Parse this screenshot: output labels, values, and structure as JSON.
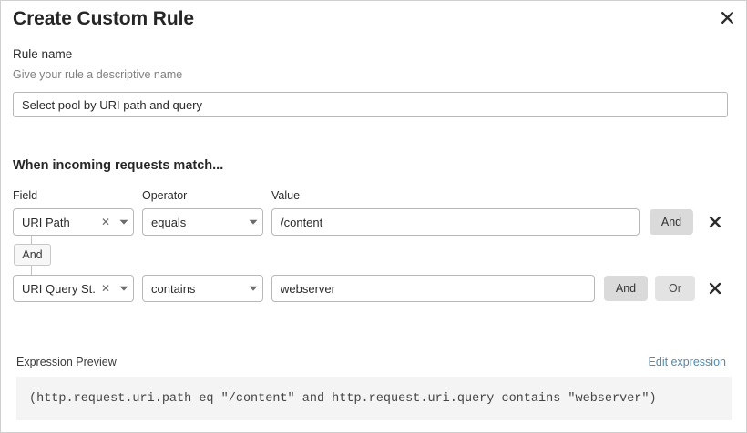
{
  "dialog": {
    "title": "Create Custom Rule",
    "close_icon": "close-icon"
  },
  "rule_name": {
    "label": "Rule name",
    "hint": "Give your rule a descriptive name",
    "value": "Select pool by URI path and query",
    "placeholder": ""
  },
  "match_section": {
    "heading": "When incoming requests match...",
    "columns": {
      "field": "Field",
      "operator": "Operator",
      "value": "Value"
    },
    "connector": {
      "label": "And"
    },
    "rows": [
      {
        "field": "URI Path",
        "operator": "equals",
        "value": "/content",
        "clear_icon": "clear-x-icon",
        "caret_icon": "chevron-down-icon",
        "logic_buttons": [
          {
            "label": "And",
            "active": true
          }
        ],
        "remove_icon": "close-icon"
      },
      {
        "field": "URI Query St...",
        "operator": "contains",
        "value": "webserver",
        "clear_icon": "clear-x-icon",
        "caret_icon": "chevron-down-icon",
        "logic_buttons": [
          {
            "label": "And",
            "active": true
          },
          {
            "label": "Or",
            "active": false
          }
        ],
        "remove_icon": "close-icon"
      }
    ]
  },
  "expression_preview": {
    "label": "Expression Preview",
    "edit_link": "Edit expression",
    "code": "(http.request.uri.path eq \"/content\" and http.request.uri.query contains \"webserver\")"
  },
  "colors": {
    "link": "#5389ab",
    "button_active": "#dadada",
    "button_inactive": "#e3e3e3",
    "code_background": "#f4f4f4",
    "border": "#b8b8b8",
    "text": "#2b2b2b",
    "muted_text": "#808080"
  }
}
